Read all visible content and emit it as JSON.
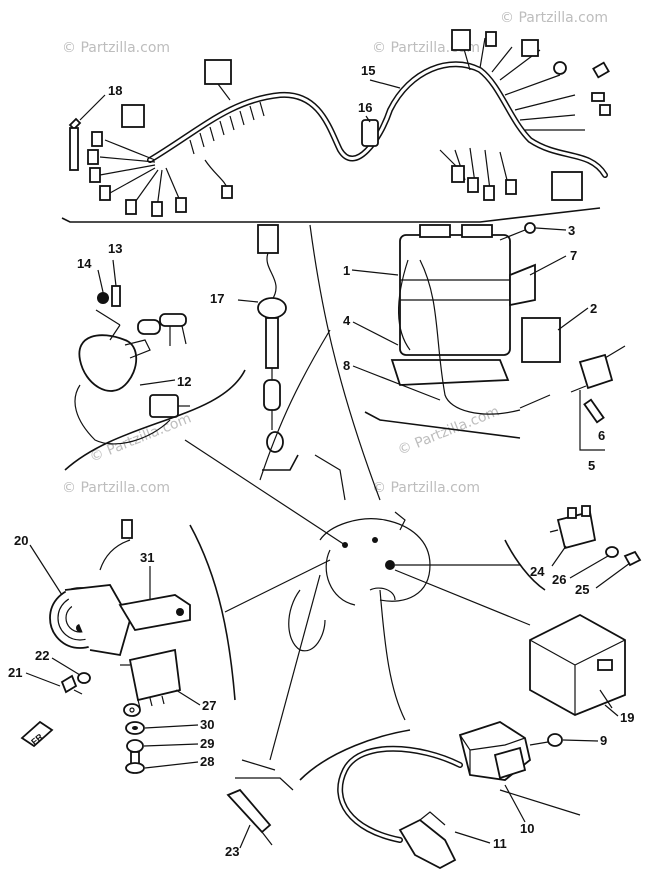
{
  "watermarks": [
    "© Partzilla.com",
    "© Partzilla.com",
    "© Partzilla.com",
    "© Partzilla.com",
    "© Partzilla.com",
    "© Partzilla.com",
    "© Partzilla.com"
  ],
  "callouts": [
    "1",
    "2",
    "3",
    "4",
    "5",
    "6",
    "7",
    "8",
    "9",
    "10",
    "11",
    "12",
    "13",
    "14",
    "15",
    "16",
    "17",
    "18",
    "19",
    "20",
    "21",
    "22",
    "23",
    "24",
    "25",
    "26",
    "27",
    "28",
    "29",
    "30",
    "31"
  ]
}
